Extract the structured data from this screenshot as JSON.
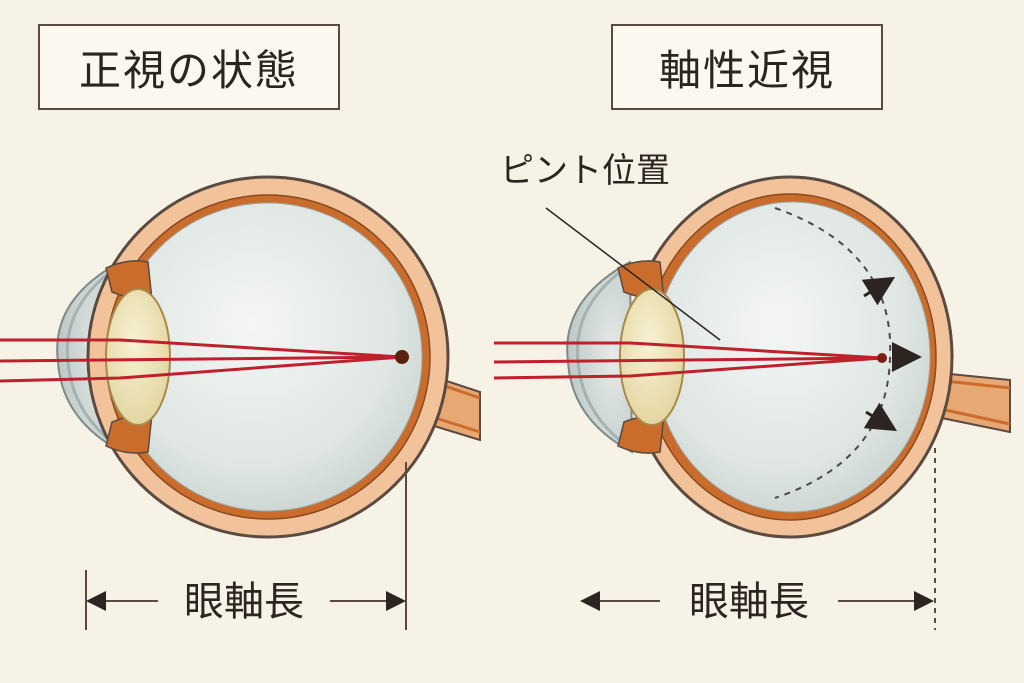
{
  "panels": {
    "left": {
      "title": "正視の状態",
      "axis_label": "眼軸長"
    },
    "right": {
      "title": "軸性近視",
      "axis_label": "眼軸長",
      "focus_label": "ピント位置"
    }
  },
  "colors": {
    "background": "#f7f2e6",
    "sclera": "#e8a874",
    "choroid": "#c96c2c",
    "vitreous": "#e3e8e6",
    "lens": "#efe7bf",
    "light_ray": "#c0202c",
    "outline": "#5a4a40"
  }
}
